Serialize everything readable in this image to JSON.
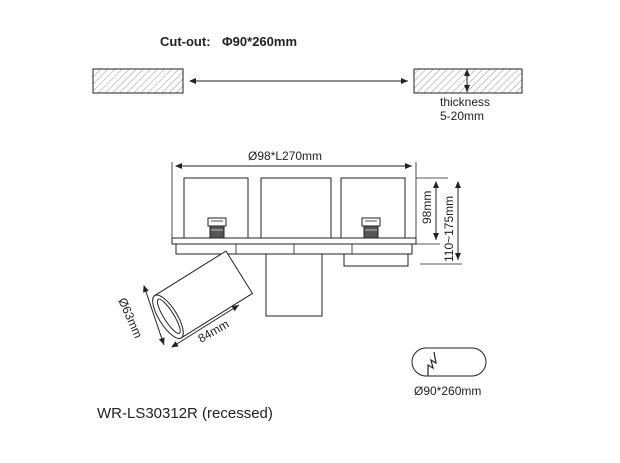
{
  "cutout": {
    "label": "Cut-out:",
    "size": "Φ90*260mm"
  },
  "thickness": {
    "label": "thickness",
    "range": "5-20mm"
  },
  "dimensions": {
    "overall": "Ø98*L270mm",
    "height": "98mm",
    "adjust_range": "110~175mm",
    "head_diameter": "Ø63mm",
    "head_length": "84mm"
  },
  "cutout_symbol": {
    "label": "Ø90*260mm"
  },
  "model": {
    "name": "WR-LS30312R (recessed)"
  }
}
